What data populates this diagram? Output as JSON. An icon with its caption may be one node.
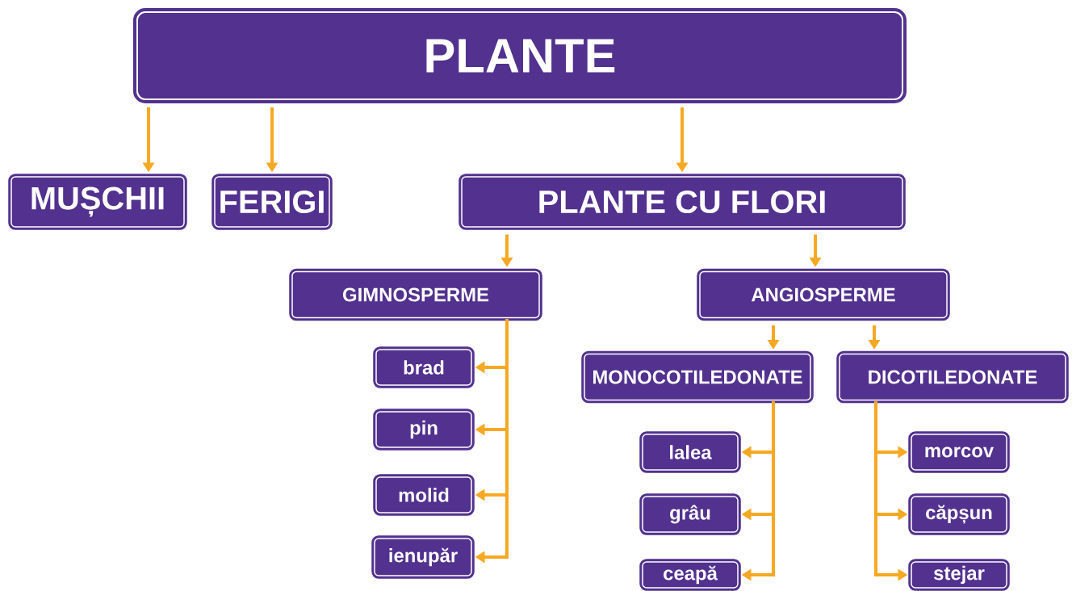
{
  "diagram": {
    "nodes": [
      {
        "text": [
          "PLANTE"
        ]
      },
      {
        "text": [
          "MUȘCHII"
        ]
      },
      {
        "text": [
          "FERIGI"
        ]
      },
      {
        "text": [
          "PLANTE CU FLORI"
        ]
      },
      {
        "text": [
          "GIMNOSPERME"
        ]
      },
      {
        "text": [
          "ANGIOSPERME"
        ]
      },
      {
        "text": [
          "MONOCOTILEDONATE"
        ]
      },
      {
        "text": [
          "DICOTILEDONATE"
        ]
      },
      {
        "text": [
          "brad"
        ]
      },
      {
        "text": [
          "pin"
        ]
      },
      {
        "text": [
          "molid"
        ]
      },
      {
        "text": [
          "ienupăr"
        ]
      },
      {
        "text": [
          "lalea"
        ]
      },
      {
        "text": [
          "grâu"
        ]
      },
      {
        "text": [
          "ceapă"
        ]
      },
      {
        "text": [
          "morcov"
        ]
      },
      {
        "text": [
          "căpșun"
        ]
      },
      {
        "text": [
          "stejar"
        ]
      }
    ],
    "edges": [
      {
        "from": 0,
        "to": 1,
        "arrow": "to"
      },
      {
        "from": 0,
        "to": 2,
        "arrow": "to"
      },
      {
        "from": 0,
        "to": 3,
        "arrow": "to"
      },
      {
        "from": 3,
        "to": 4,
        "arrow": "to"
      },
      {
        "from": 3,
        "to": 5,
        "arrow": "to"
      },
      {
        "from": 4,
        "to": 8,
        "arrow": "to"
      },
      {
        "from": 4,
        "to": 9,
        "arrow": "to"
      },
      {
        "from": 4,
        "to": 10,
        "arrow": "to"
      },
      {
        "from": 4,
        "to": 11,
        "arrow": "to"
      },
      {
        "from": 5,
        "to": 6,
        "arrow": "to"
      },
      {
        "from": 5,
        "to": 7,
        "arrow": "to"
      },
      {
        "from": 6,
        "to": 12,
        "arrow": "to"
      },
      {
        "from": 6,
        "to": 13,
        "arrow": "to"
      },
      {
        "from": 6,
        "to": 14,
        "arrow": "to"
      },
      {
        "from": 7,
        "to": 15,
        "arrow": "to"
      },
      {
        "from": 7,
        "to": 16,
        "arrow": "to"
      },
      {
        "from": 7,
        "to": 17,
        "arrow": "to"
      }
    ]
  }
}
